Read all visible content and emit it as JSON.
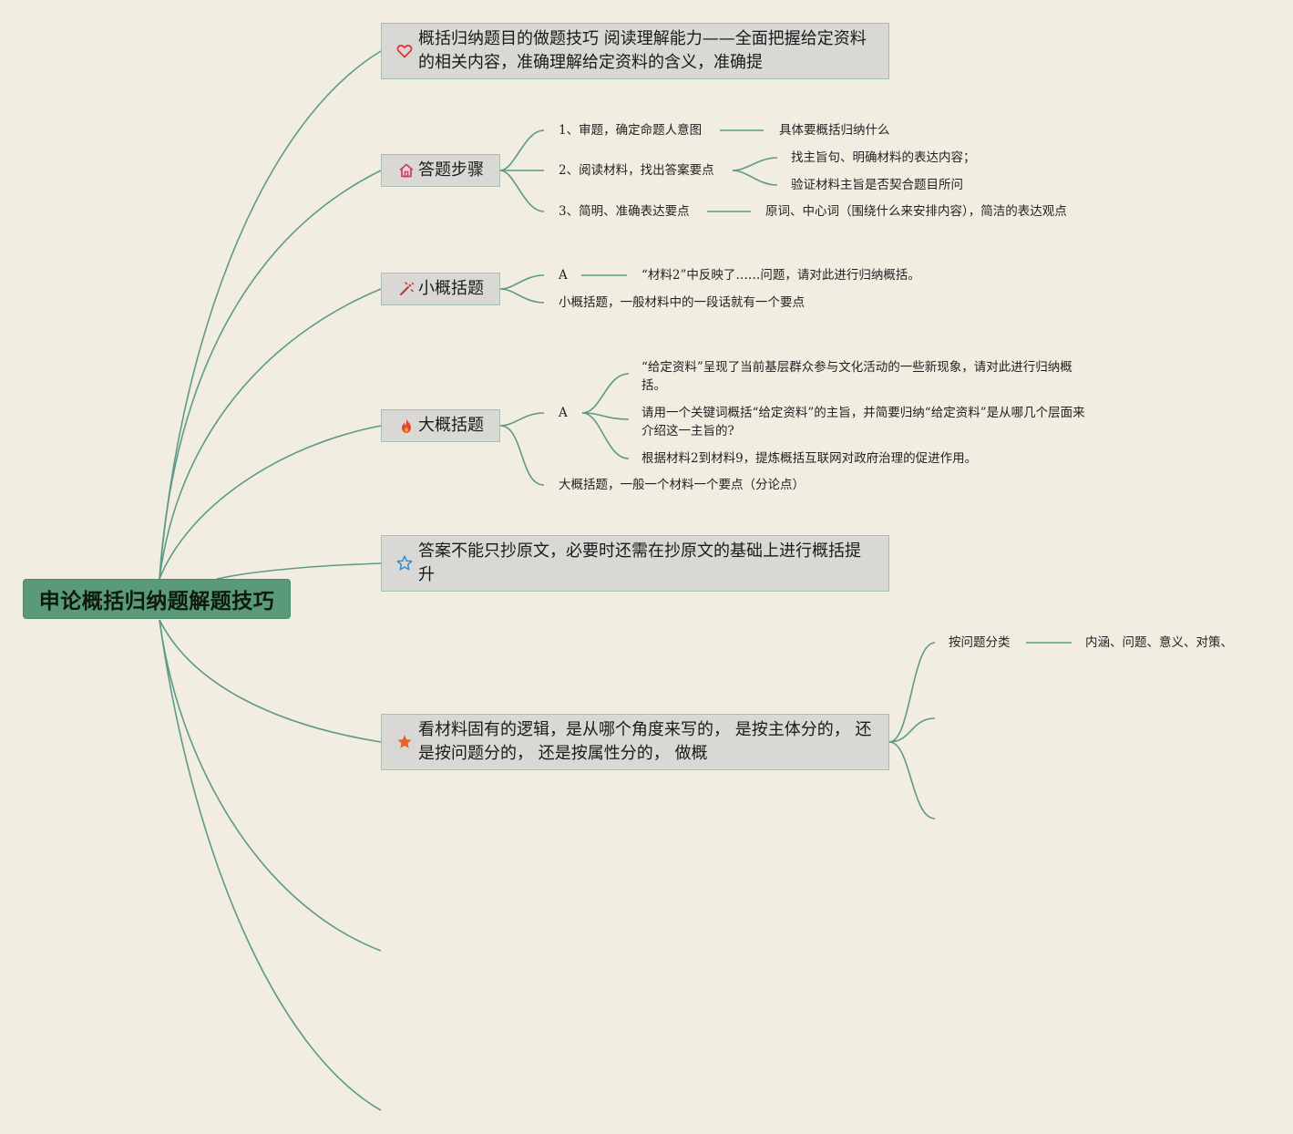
{
  "root": {
    "title": "申论概括归纳题解题技巧"
  },
  "branch1": {
    "icon": "heart-icon",
    "text": "概括归纳题目的做题技巧 阅读理解能力——全面把握给定资料的相关内容，准确理解给定资料的含义，准确提"
  },
  "branch2": {
    "icon": "home-icon",
    "title": "答题步骤",
    "step1": {
      "label": "1、审题，确定命题人意图",
      "detail": "具体要概括归纳什么"
    },
    "step2": {
      "label": "2、阅读材料，找出答案要点",
      "details": [
        "找主旨句、明确材料的表达内容；",
        "验证材料主旨是否契合题目所问"
      ]
    },
    "step3": {
      "label": "3、简明、准确表达要点",
      "detail": "原词、中心词（围绕什么来安排内容），简洁的表达观点"
    }
  },
  "branch3": {
    "icon": "magic-wand-icon",
    "title": "小概括题",
    "a_label": "A",
    "a_detail": "“材料2”中反映了……问题，请对此进行归纳概括。",
    "note": "小概括题，一般材料中的一段话就有一个要点"
  },
  "branch4": {
    "icon": "fire-icon",
    "title": "大概括题",
    "a_label": "A",
    "a_items": [
      "“给定资料”呈现了当前基层群众参与文化活动的一些新现象，请对此进行归纳概括。",
      "请用一个关键词概括“给定资料”的主旨，并简要归纳“给定资料”是从哪几个层面来介绍这一主旨的?",
      "根据材料2到材料9，提炼概括互联网对政府治理的促进作用。"
    ],
    "note": "大概括题，一般一个材料一个要点（分论点）"
  },
  "branch5": {
    "icon": "star-outline-icon",
    "text": "答案不能只抄原文，必要时还需在抄原文的基础上进行概括提升"
  },
  "branch6": {
    "icon": "star-filled-icon",
    "text": "看材料固有的逻辑，是从哪个角度来写的， 是按主体分的， 还是按问题分的， 还是按属性分的， 做概",
    "sub1": {
      "label": "按问题分类",
      "detail": "内涵、问题、意义、对策、"
    }
  },
  "colors": {
    "background": "#f1ede1",
    "root": "#5a9a78",
    "line": "#5e9a86",
    "box": "#d9d8d4"
  }
}
